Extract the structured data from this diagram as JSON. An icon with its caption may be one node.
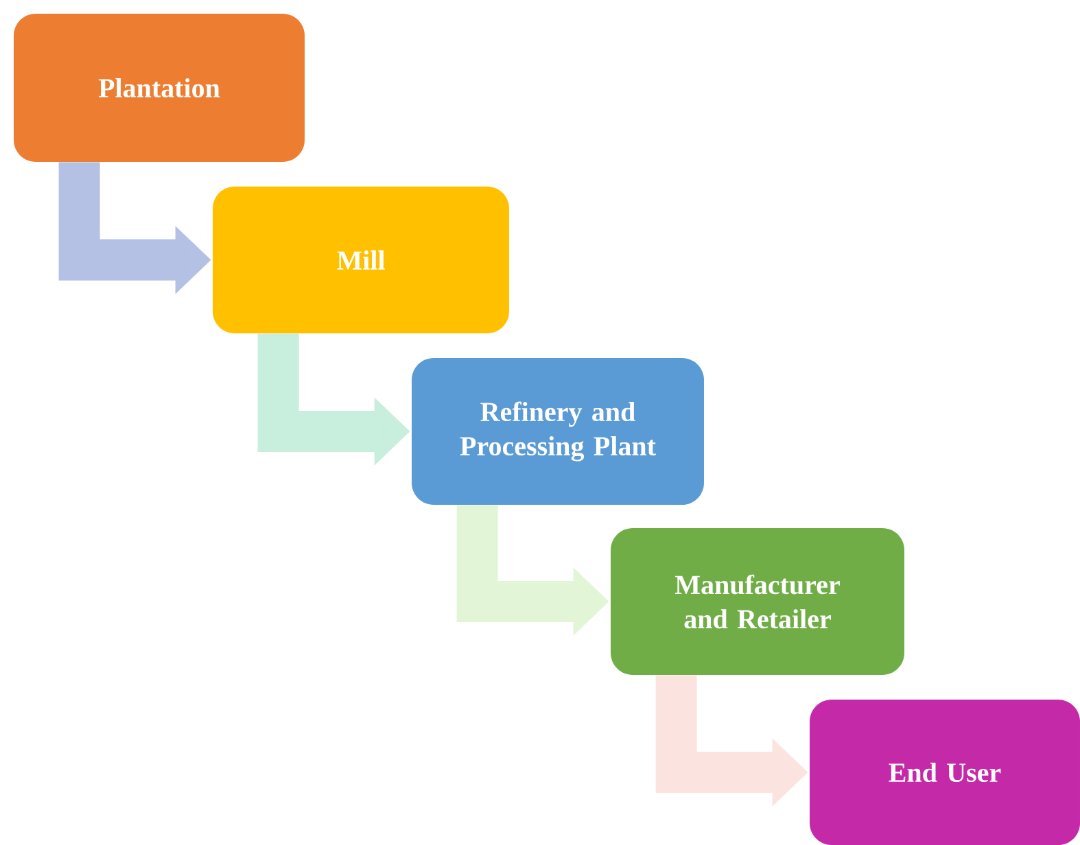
{
  "diagram": {
    "nodes": [
      {
        "text": [
          "Plantation"
        ]
      },
      {
        "text": [
          "Mill"
        ]
      },
      {
        "text": [
          "Refinery and Processing Plant"
        ]
      },
      {
        "text": [
          "Manufacturer and Retailer"
        ]
      },
      {
        "text": [
          "End User"
        ]
      }
    ],
    "edges": [
      {
        "from": 0,
        "to": 1,
        "arrow": "to",
        "color": "#b4c0e4"
      },
      {
        "from": 1,
        "to": 2,
        "arrow": "to",
        "color": "#c8eedd"
      },
      {
        "from": 2,
        "to": 3,
        "arrow": "to",
        "color": "#e2f5d6"
      },
      {
        "from": 3,
        "to": 4,
        "arrow": "to",
        "color": "#fbe4e0"
      }
    ]
  }
}
